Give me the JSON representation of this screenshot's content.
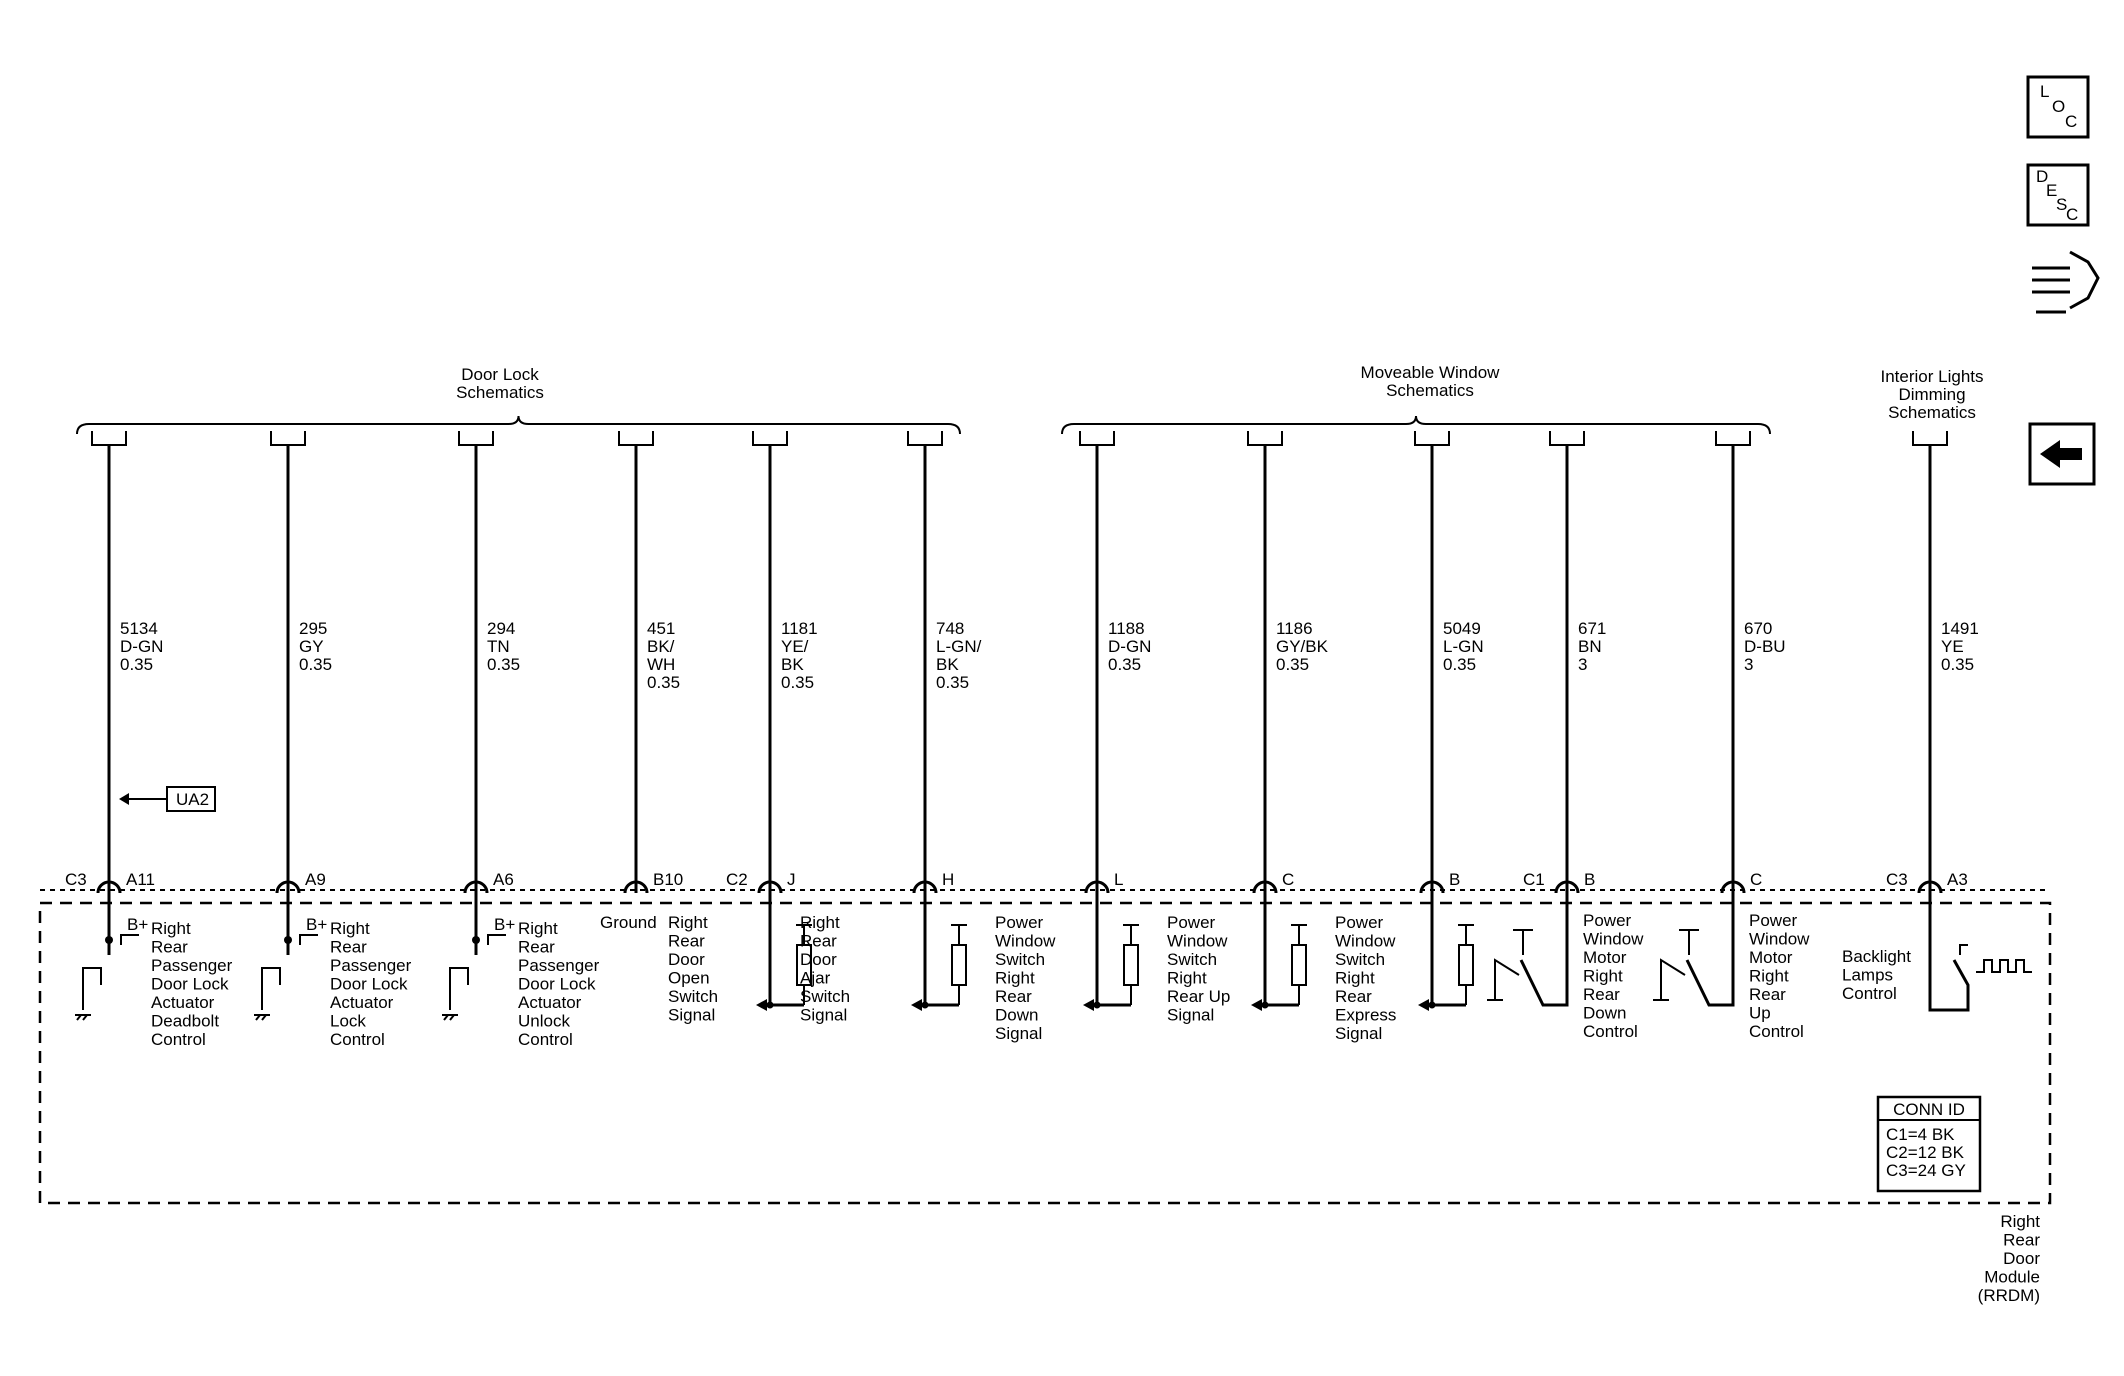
{
  "headers": {
    "door_lock": [
      "Door Lock",
      "Schematics"
    ],
    "window": [
      "Moveable Window",
      "Schematics"
    ],
    "lights": [
      "Interior Lights",
      "Dimming",
      "Schematics"
    ]
  },
  "wires": [
    {
      "circuit": [
        "5134",
        "D-GN",
        "0.35"
      ],
      "conn": "C3",
      "pin": "A11",
      "label": [
        "Right",
        "Rear",
        "Passenger",
        "Door Lock",
        "Actuator",
        "Deadbolt",
        "Control"
      ],
      "supply": "B+"
    },
    {
      "circuit": [
        "295",
        "GY",
        "0.35"
      ],
      "pin": "A9",
      "label": [
        "Right",
        "Rear",
        "Passenger",
        "Door Lock",
        "Actuator",
        "Lock",
        "Control"
      ],
      "supply": "B+"
    },
    {
      "circuit": [
        "294",
        "TN",
        "0.35"
      ],
      "pin": "A6",
      "label": [
        "Right",
        "Rear",
        "Passenger",
        "Door Lock",
        "Actuator",
        "Unlock",
        "Control"
      ],
      "supply": "B+"
    },
    {
      "circuit": [
        "451",
        "BK/",
        "WH",
        "0.35"
      ],
      "pin": "B10",
      "label": [
        "Ground"
      ]
    },
    {
      "circuit": [
        "1181",
        "YE/",
        "BK",
        "0.35"
      ],
      "conn": "C2",
      "pin": "J",
      "label": [
        "Right",
        "Rear",
        "Door",
        "Open",
        "Switch",
        "Signal"
      ]
    },
    {
      "circuit": [
        "748",
        "L-GN/",
        "BK",
        "0.35"
      ],
      "pin": "H",
      "label": [
        "Right",
        "Rear",
        "Door",
        "Ajar",
        "Switch",
        "Signal"
      ]
    },
    {
      "circuit": [
        "1188",
        "D-GN",
        "0.35"
      ],
      "pin": "L",
      "label": [
        "Power",
        "Window",
        "Switch",
        "Right",
        "Rear",
        "Down",
        "Signal"
      ]
    },
    {
      "circuit": [
        "1186",
        "GY/BK",
        "0.35"
      ],
      "pin": "C",
      "label": [
        "Power",
        "Window",
        "Switch",
        "Right",
        "Rear Up",
        "Signal"
      ]
    },
    {
      "circuit": [
        "5049",
        "L-GN",
        "0.35"
      ],
      "pin": "B",
      "label": [
        "Power",
        "Window",
        "Switch",
        "Right",
        "Rear",
        "Express",
        "Signal"
      ]
    },
    {
      "circuit": [
        "671",
        "BN",
        "3"
      ],
      "conn": "C1",
      "pin": "B",
      "label": [
        "Power",
        "Window",
        "Motor",
        "Right",
        "Rear",
        "Down",
        "Control"
      ]
    },
    {
      "circuit": [
        "670",
        "D-BU",
        "3"
      ],
      "pin": "C",
      "label": [
        "Power",
        "Window",
        "Motor",
        "Right",
        "Rear",
        "Up",
        "Control"
      ]
    },
    {
      "circuit": [
        "1491",
        "YE",
        "0.35"
      ],
      "conn": "C3",
      "pin": "A3",
      "label": [
        "Backlight",
        "Lamps",
        "Control"
      ]
    }
  ],
  "ua2": "UA2",
  "conn_id": {
    "title": "CONN ID",
    "rows": [
      "C1=4 BK",
      "C2=12 BK",
      "C3=24 GY"
    ]
  },
  "module": [
    "Right",
    "Rear",
    "Door",
    "Module",
    "(RRDM)"
  ],
  "nav": {
    "loc": [
      "L",
      "O",
      "C"
    ],
    "desc": [
      "D",
      "E",
      "S",
      "C"
    ]
  }
}
